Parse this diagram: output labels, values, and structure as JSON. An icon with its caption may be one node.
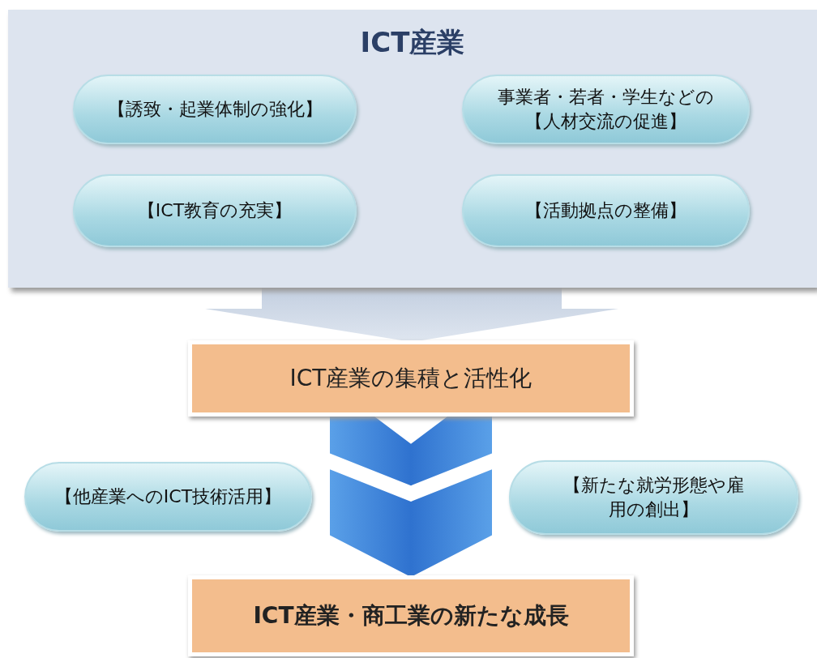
{
  "diagram": {
    "nodes": [
      {
        "text": [
          "ICT産業"
        ]
      },
      {
        "text": [
          "【誘致・起業体制の強化】"
        ],
        "in": 0
      },
      {
        "text": [
          "事業者・若者・学生などの【人材交流の促進】"
        ],
        "in": 0
      },
      {
        "text": [
          "【ICT教育の充実】"
        ],
        "in": 0
      },
      {
        "text": [
          "【活動拠点の整備】"
        ],
        "in": 0
      },
      {
        "text": [
          "ICT産業の集積と活性化"
        ]
      },
      {
        "text": [
          "【他産業へのICT技術活用】"
        ]
      },
      {
        "text": [
          "【新たな就労形態や雇用の創出】"
        ]
      },
      {
        "text": [
          "ICT産業・商工業の新たな成長"
        ]
      }
    ],
    "edges": [
      {
        "from": 0,
        "to": 5,
        "arrow": "to"
      },
      {
        "from": 5,
        "to": 8,
        "arrow": "to"
      }
    ]
  }
}
